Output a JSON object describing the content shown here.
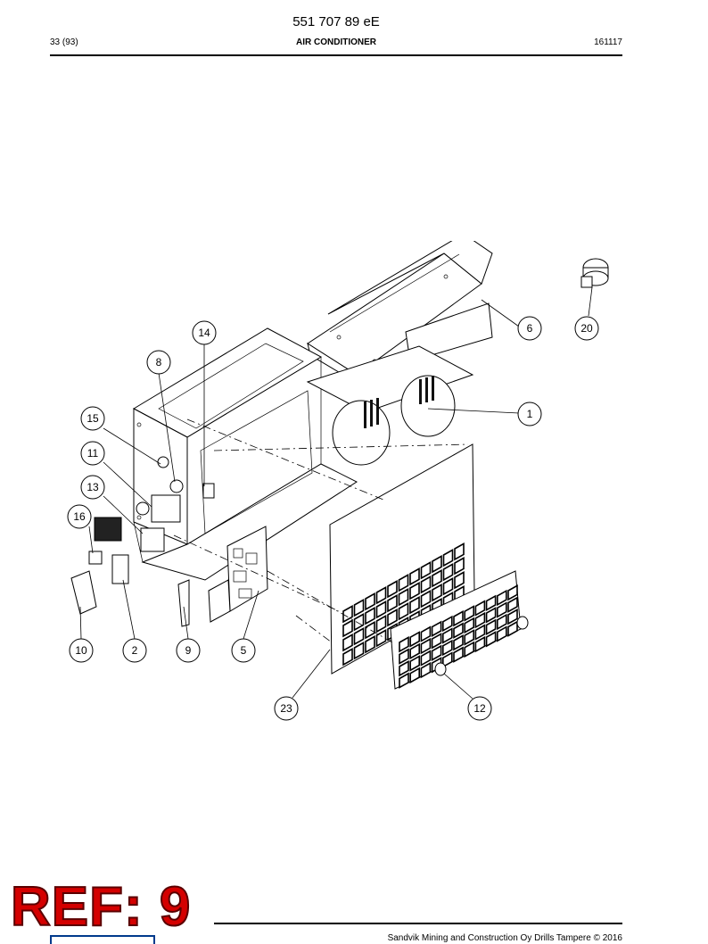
{
  "header": {
    "doc_number": "551 707 89 eE",
    "page": "33 (93)",
    "title": "AIR CONDITIONER",
    "date": "161117"
  },
  "callouts": [
    {
      "id": "c6",
      "label": "6"
    },
    {
      "id": "c20",
      "label": "20"
    },
    {
      "id": "c14",
      "label": "14"
    },
    {
      "id": "c8",
      "label": "8"
    },
    {
      "id": "c1",
      "label": "1"
    },
    {
      "id": "c15",
      "label": "15"
    },
    {
      "id": "c11",
      "label": "11"
    },
    {
      "id": "c13",
      "label": "13"
    },
    {
      "id": "c16",
      "label": "16"
    },
    {
      "id": "c10",
      "label": "10"
    },
    {
      "id": "c2",
      "label": "2"
    },
    {
      "id": "c9",
      "label": "9"
    },
    {
      "id": "c5",
      "label": "5"
    },
    {
      "id": "c23",
      "label": "23"
    },
    {
      "id": "c12",
      "label": "12"
    }
  ],
  "stamp": "REF: 9",
  "footer": {
    "copyright": "Sandvik Mining and Construction Oy Drills Tampere © 2016"
  }
}
